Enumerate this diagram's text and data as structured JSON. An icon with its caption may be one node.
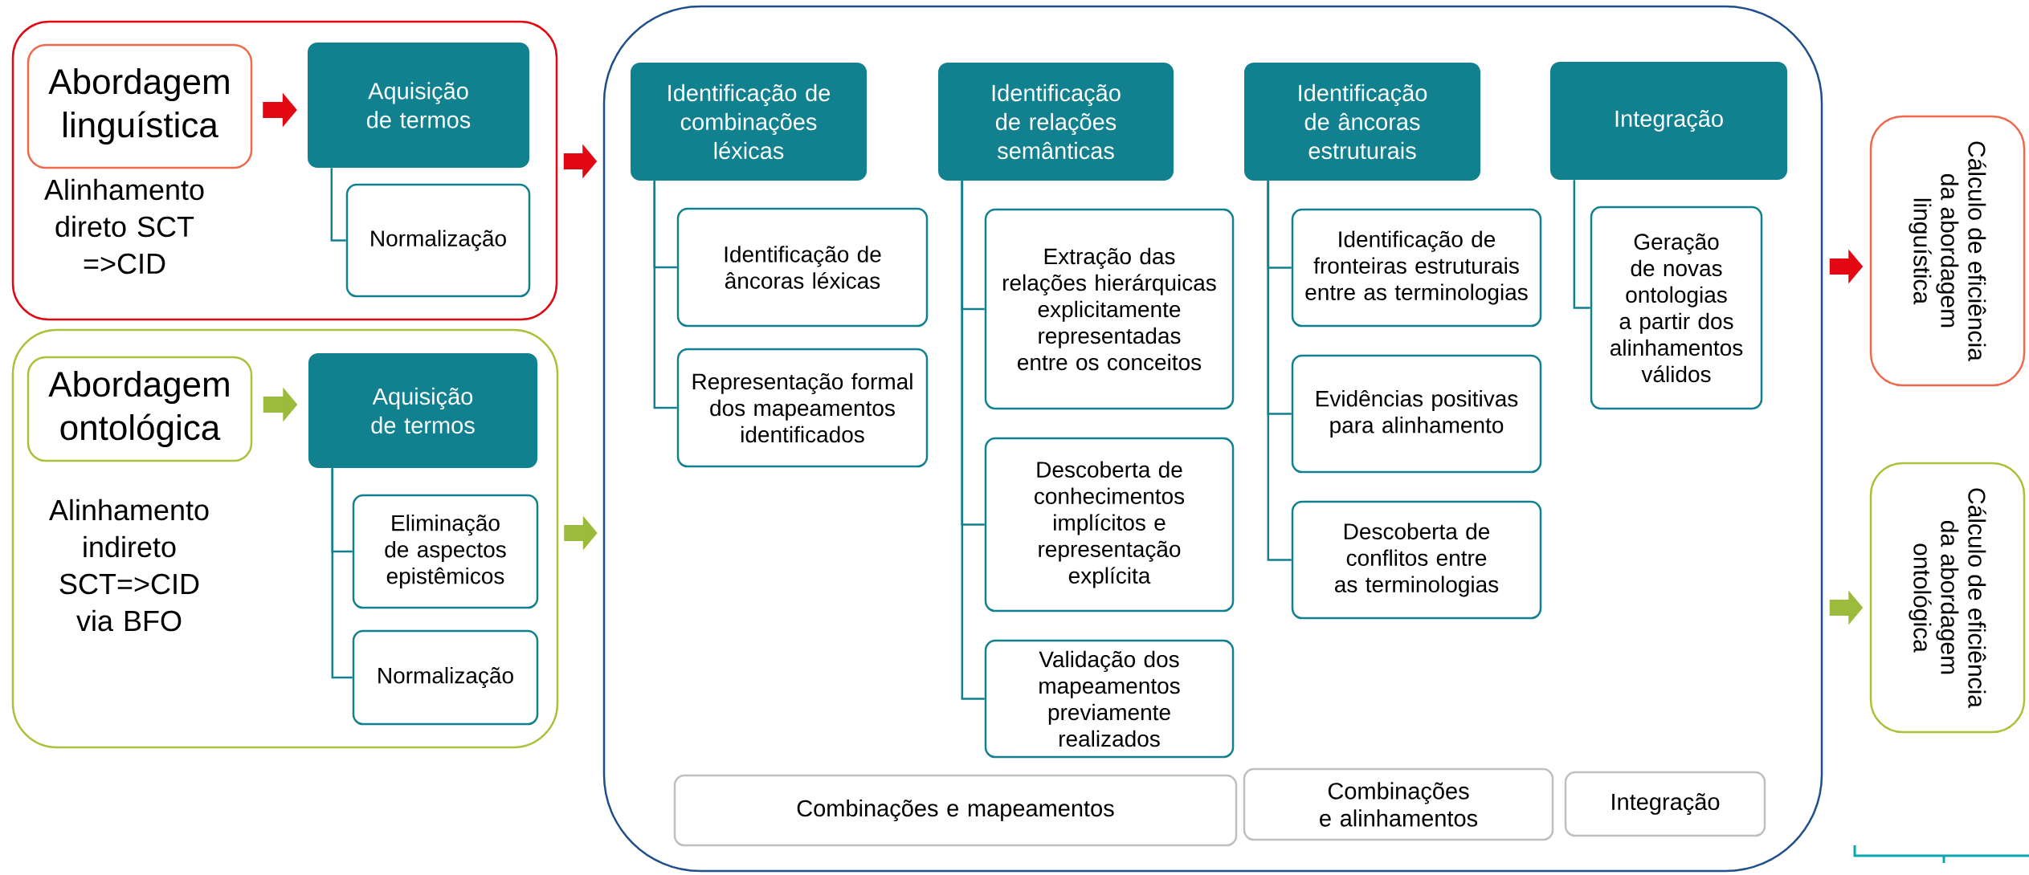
{
  "diagram": {
    "nodes": [
      {
        "text": [
          "Alinhamento direto SCT =>CID"
        ]
      },
      {
        "text": [
          "Abordagem linguística"
        ],
        "in": 0
      },
      {
        "text": [
          "Aquisição de termos"
        ],
        "in": 0
      },
      {
        "text": [
          "Normalização"
        ],
        "in": 0
      },
      {
        "text": [
          "Alinhamento indireto SCT=>CID via BFO"
        ]
      },
      {
        "text": [
          "Abordagem ontológica"
        ],
        "in": 4
      },
      {
        "text": [
          "Aquisição de termos"
        ],
        "in": 4
      },
      {
        "text": [
          "Eliminação de aspectos epistêmicos"
        ],
        "in": 4
      },
      {
        "text": [
          "Normalização"
        ],
        "in": 4
      },
      {
        "text": [],
        "shape": "box"
      },
      {
        "text": [
          "Identificação de combinações léxicas"
        ],
        "in": 9
      },
      {
        "text": [
          "Identificação de âncoras léxicas"
        ],
        "in": 9
      },
      {
        "text": [
          "Representação formal dos mapeamentos identificados"
        ],
        "in": 9
      },
      {
        "text": [
          "Identificação de relações semânticas"
        ],
        "in": 9
      },
      {
        "text": [
          "Extração das relações hierárquicas explicitamente representadas entre os conceitos"
        ],
        "in": 9
      },
      {
        "text": [
          "Descoberta de conhecimentos implícitos e representação explícita"
        ],
        "in": 9
      },
      {
        "text": [
          "Validação dos mapeamentos previamente realizados"
        ],
        "in": 9
      },
      {
        "text": [
          "Identificação de âncoras estruturais"
        ],
        "in": 9
      },
      {
        "text": [
          "Identificação de fronteiras estruturais entre as terminologias"
        ],
        "in": 9
      },
      {
        "text": [
          "Evidências positivas para alinhamento"
        ],
        "in": 9
      },
      {
        "text": [
          "Descoberta de conflitos entre as terminologias"
        ],
        "in": 9
      },
      {
        "text": [
          "Integração"
        ],
        "in": 9
      },
      {
        "text": [
          "Geração de novas ontologias a partir dos alinhamentos válidos"
        ],
        "in": 9
      },
      {
        "text": [
          "Combinações e mapeamentos"
        ],
        "in": 9
      },
      {
        "text": [
          "Combinações e alinhamentos"
        ],
        "in": 9
      },
      {
        "text": [
          "Integração"
        ],
        "in": 9
      },
      {
        "text": [
          "Cálculo de eficiência da abordagem linguística"
        ]
      },
      {
        "text": [
          "Cálculo de eficiência da abordagem ontológica"
        ]
      }
    ],
    "edges": [
      {
        "from": 1,
        "to": 2,
        "arrow": "to",
        "style": "thick",
        "color": "#e30613"
      },
      {
        "from": 5,
        "to": 6,
        "arrow": "to",
        "style": "thick",
        "color": "#9bbb3c"
      },
      {
        "from": 0,
        "to": 9,
        "arrow": "to",
        "style": "thick",
        "color": "#e30613"
      },
      {
        "from": 4,
        "to": 9,
        "arrow": "to",
        "style": "thick",
        "color": "#9bbb3c"
      },
      {
        "from": 9,
        "to": 26,
        "arrow": "to",
        "style": "thick",
        "color": "#e30613"
      },
      {
        "from": 9,
        "to": 27,
        "arrow": "to",
        "style": "thick",
        "color": "#9bbb3c"
      },
      {
        "from": 2,
        "to": 3,
        "arrow": "none"
      },
      {
        "from": 6,
        "to": 7,
        "arrow": "none"
      },
      {
        "from": 6,
        "to": 8,
        "arrow": "none"
      },
      {
        "from": 10,
        "to": 11,
        "arrow": "none"
      },
      {
        "from": 10,
        "to": 12,
        "arrow": "none"
      },
      {
        "from": 13,
        "to": 14,
        "arrow": "none"
      },
      {
        "from": 13,
        "to": 15,
        "arrow": "none"
      },
      {
        "from": 13,
        "to": 16,
        "arrow": "none"
      },
      {
        "from": 17,
        "to": 18,
        "arrow": "none"
      },
      {
        "from": 17,
        "to": 19,
        "arrow": "none"
      },
      {
        "from": 17,
        "to": 20,
        "arrow": "none"
      },
      {
        "from": 21,
        "to": 22,
        "arrow": "none"
      }
    ]
  }
}
